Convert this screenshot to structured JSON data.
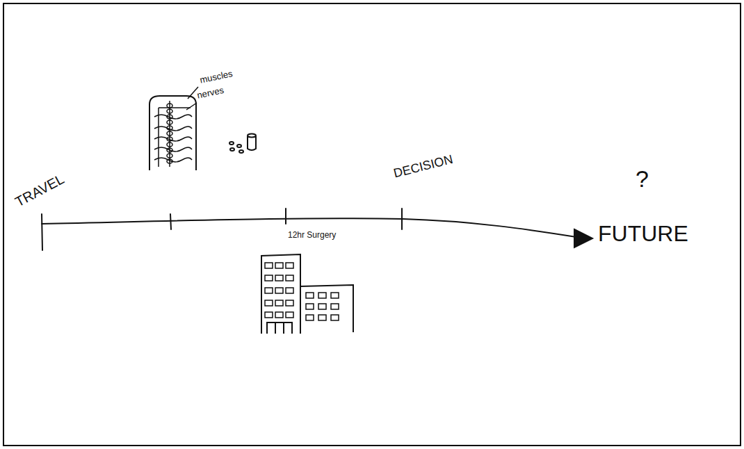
{
  "diagram": {
    "labels": [
      "TRAVEL",
      "muscles",
      "nerves",
      "12hr Surgery",
      "DECISION",
      "?",
      "FUTURE"
    ]
  }
}
